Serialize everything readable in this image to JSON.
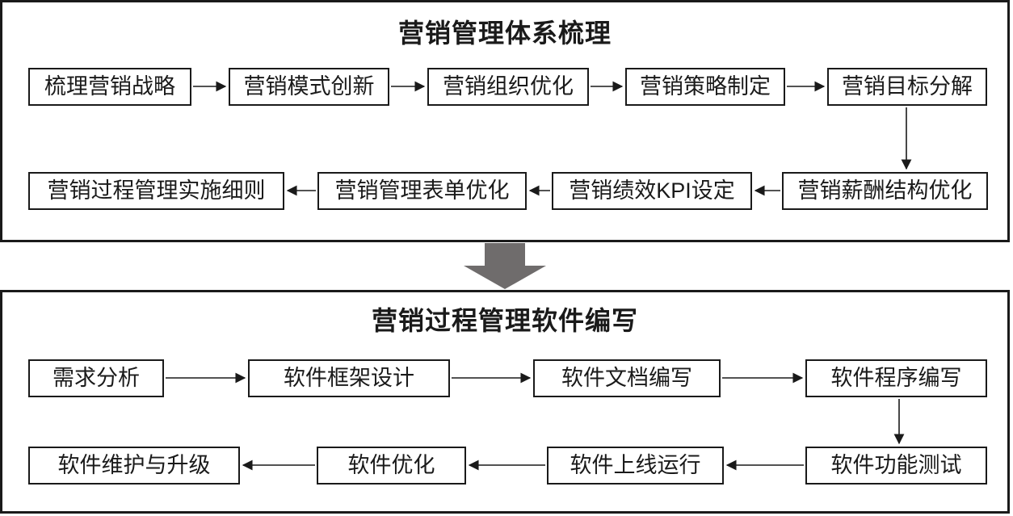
{
  "diagram": {
    "sections": [
      {
        "title": "营销管理体系梳理",
        "row1": [
          "梳理营销战略",
          "营销模式创新",
          "营销组织优化",
          "营销策略制定",
          "营销目标分解"
        ],
        "row2": [
          "营销过程管理实施细则",
          "营销管理表单优化",
          "营销绩效KPI设定",
          "营销薪酬结构优化"
        ]
      },
      {
        "title": "营销过程管理软件编写",
        "row1": [
          "需求分析",
          "软件框架设计",
          "软件文档编写",
          "软件程序编写"
        ],
        "row2": [
          "软件维护与升级",
          "软件优化",
          "软件上线运行",
          "软件功能测试"
        ]
      }
    ],
    "flow": {
      "section_top_edges": [
        {
          "from": "梳理营销战略",
          "to": "营销模式创新"
        },
        {
          "from": "营销模式创新",
          "to": "营销组织优化"
        },
        {
          "from": "营销组织优化",
          "to": "营销策略制定"
        },
        {
          "from": "营销策略制定",
          "to": "营销目标分解"
        },
        {
          "from": "营销目标分解",
          "to": "营销薪酬结构优化"
        },
        {
          "from": "营销薪酬结构优化",
          "to": "营销绩效KPI设定"
        },
        {
          "from": "营销绩效KPI设定",
          "to": "营销管理表单优化"
        },
        {
          "from": "营销管理表单优化",
          "to": "营销过程管理实施细则"
        }
      ],
      "section_connector": {
        "from": "营销管理体系梳理",
        "to": "营销过程管理软件编写"
      },
      "section_bottom_edges": [
        {
          "from": "需求分析",
          "to": "软件框架设计"
        },
        {
          "from": "软件框架设计",
          "to": "软件文档编写"
        },
        {
          "from": "软件文档编写",
          "to": "软件程序编写"
        },
        {
          "from": "软件程序编写",
          "to": "软件功能测试"
        },
        {
          "from": "软件功能测试",
          "to": "软件上线运行"
        },
        {
          "from": "软件上线运行",
          "to": "软件优化"
        },
        {
          "from": "软件优化",
          "to": "软件维护与升级"
        }
      ]
    }
  },
  "colors": {
    "box_border": "#1a1a1a",
    "text": "#1a1a1a",
    "connector_arrow": "#6f6c6c",
    "background": "#ffffff"
  }
}
